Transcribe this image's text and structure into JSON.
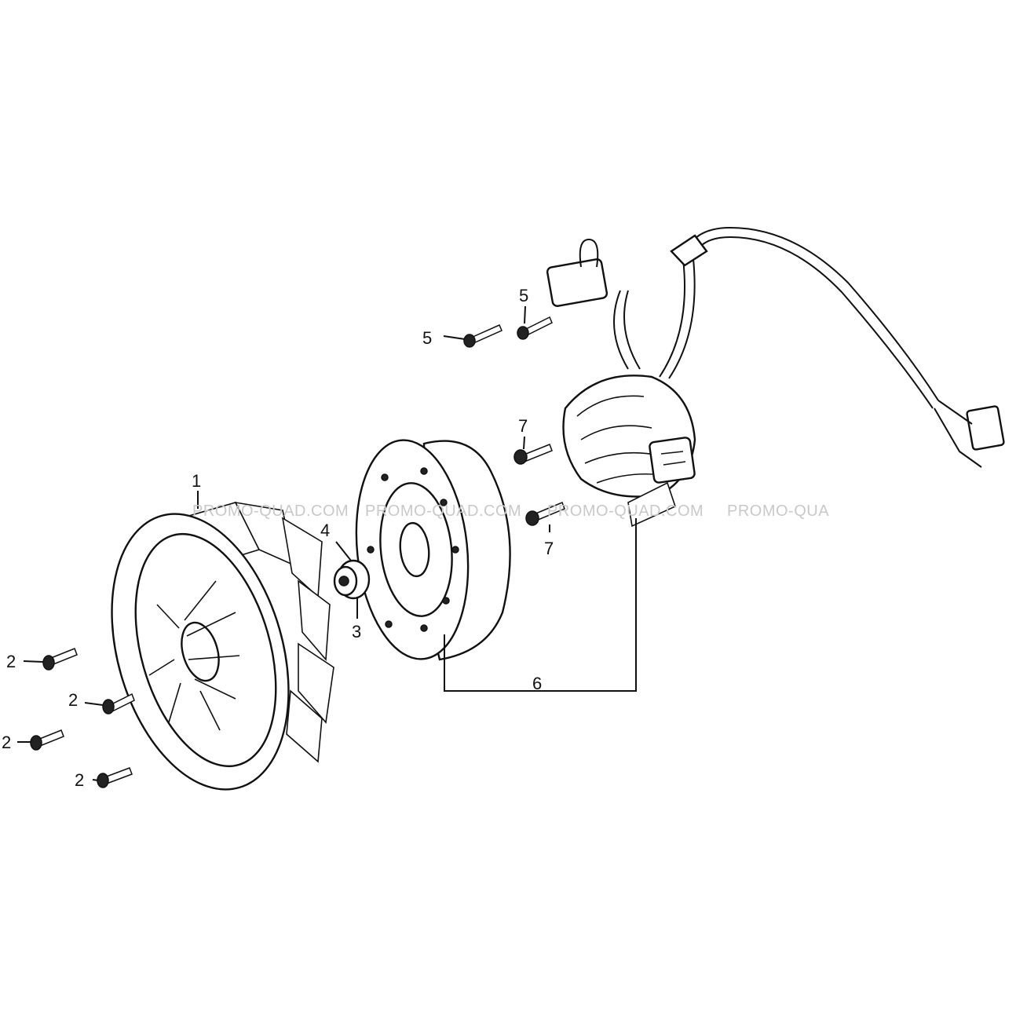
{
  "watermarks": [
    "PROMO-QUAD.COM",
    "PROMO-QUAD.COM",
    "PROMO-QUAD.COM",
    "PROMO-QUA"
  ],
  "callouts": {
    "fan": "1",
    "screw_a": "2",
    "screw_b": "2",
    "screw_c": "2",
    "screw_d": "2",
    "nut": "3",
    "washer": "4",
    "bolt_upper": "5",
    "bolt_left": "5",
    "assembly": "6",
    "screw_stator_upper": "7",
    "screw_stator_lower": "7"
  },
  "colors": {
    "line": "#111111",
    "watermark": "#c9c9c9",
    "background": "#ffffff"
  }
}
